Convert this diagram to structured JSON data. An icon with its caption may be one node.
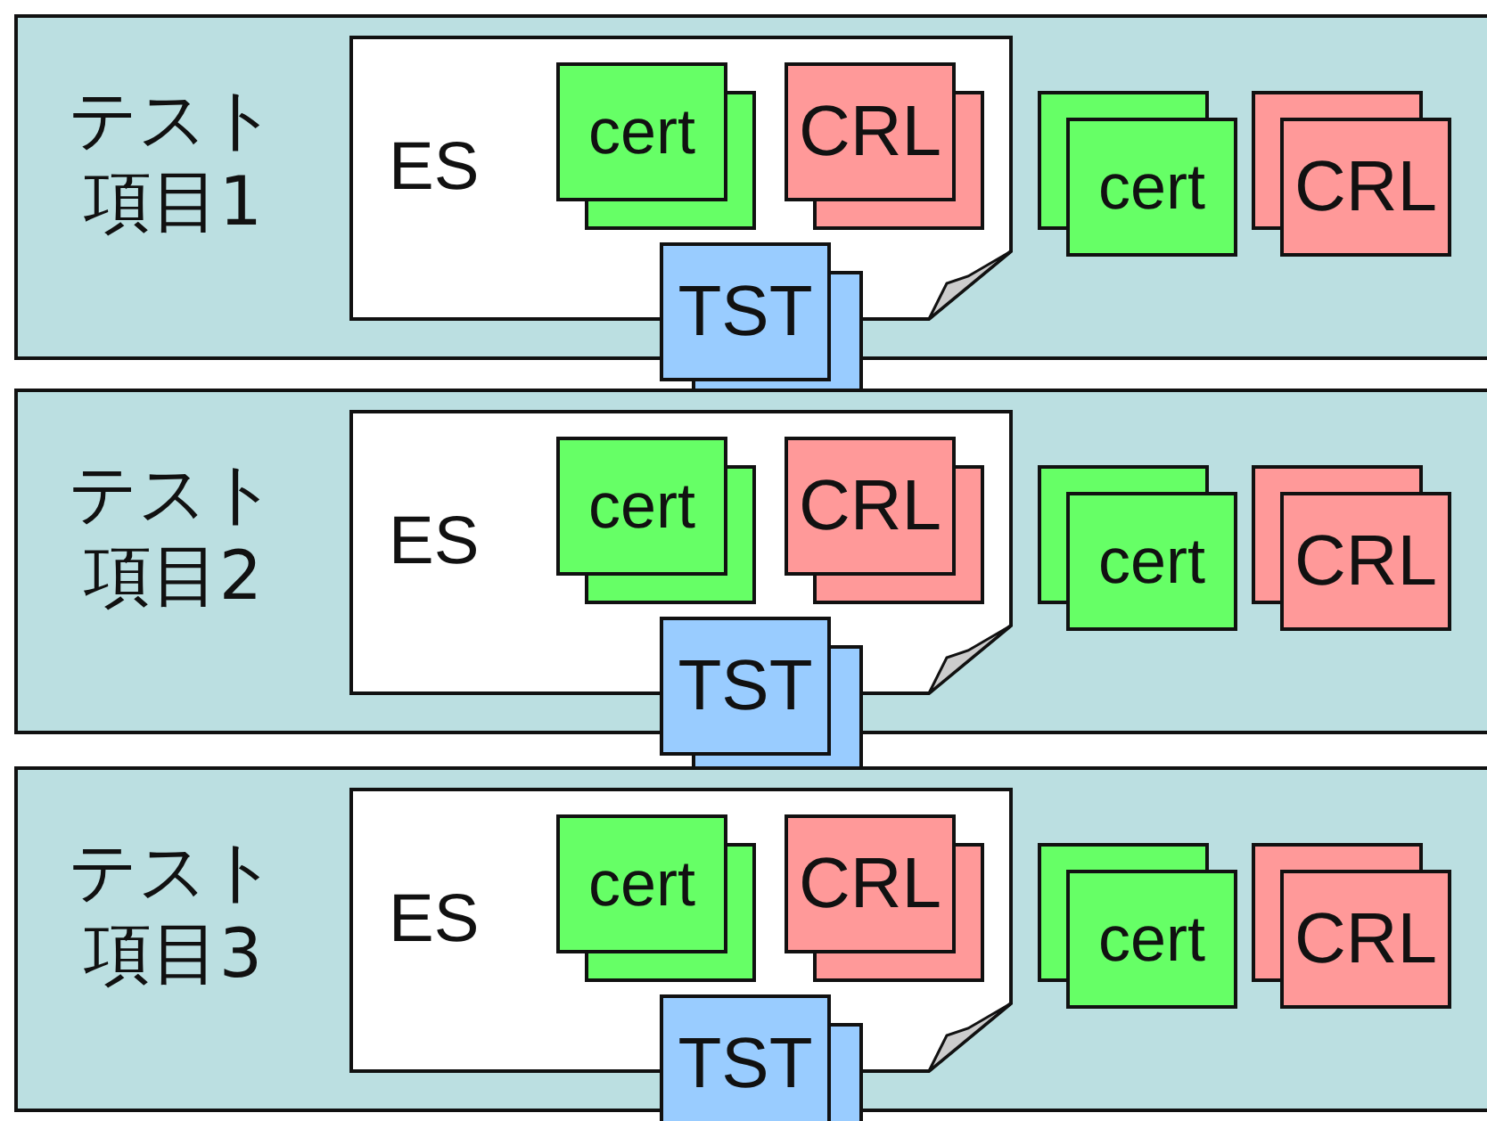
{
  "diagram": {
    "nodes": [
      {
        "text": [
          "テスト項目1"
        ]
      },
      {
        "text": [
          "ES"
        ],
        "in": 0
      },
      {
        "text": [
          "cert"
        ],
        "in": 1
      },
      {
        "text": [
          "CRL"
        ],
        "in": 1
      },
      {
        "text": [
          "TST"
        ]
      },
      {
        "text": [
          "cert"
        ],
        "in": 0
      },
      {
        "text": [
          "CRL"
        ],
        "in": 0
      },
      {
        "text": [
          "テスト項目2"
        ]
      },
      {
        "text": [
          "ES"
        ],
        "in": 7
      },
      {
        "text": [
          "cert"
        ],
        "in": 8
      },
      {
        "text": [
          "CRL"
        ],
        "in": 8
      },
      {
        "text": [
          "TST"
        ]
      },
      {
        "text": [
          "cert"
        ],
        "in": 7
      },
      {
        "text": [
          "CRL"
        ],
        "in": 7
      },
      {
        "text": [
          "テスト項目3"
        ]
      },
      {
        "text": [
          "ES"
        ],
        "in": 14
      },
      {
        "text": [
          "cert"
        ],
        "in": 15
      },
      {
        "text": [
          "CRL"
        ],
        "in": 15
      },
      {
        "text": [
          "TST"
        ]
      },
      {
        "text": [
          "cert"
        ],
        "in": 14
      },
      {
        "text": [
          "CRL"
        ],
        "in": 14
      }
    ]
  }
}
